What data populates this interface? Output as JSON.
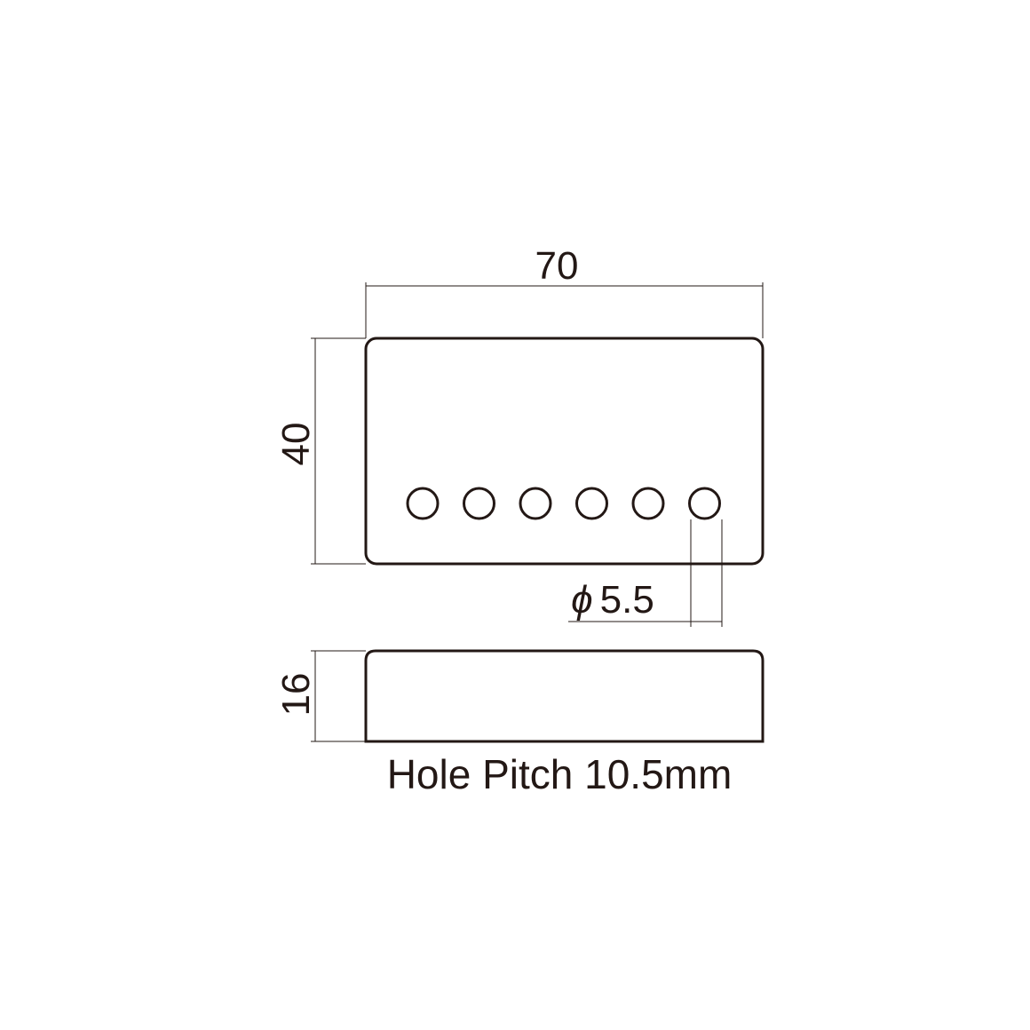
{
  "dimensions": {
    "width": "70",
    "height": "40",
    "hole_diameter_symbol": "ϕ",
    "hole_diameter": "5.5",
    "side_height": "16"
  },
  "note": "Hole Pitch 10.5mm",
  "holes": {
    "count": 6
  },
  "colors": {
    "line": "#231815",
    "background": "#ffffff"
  }
}
